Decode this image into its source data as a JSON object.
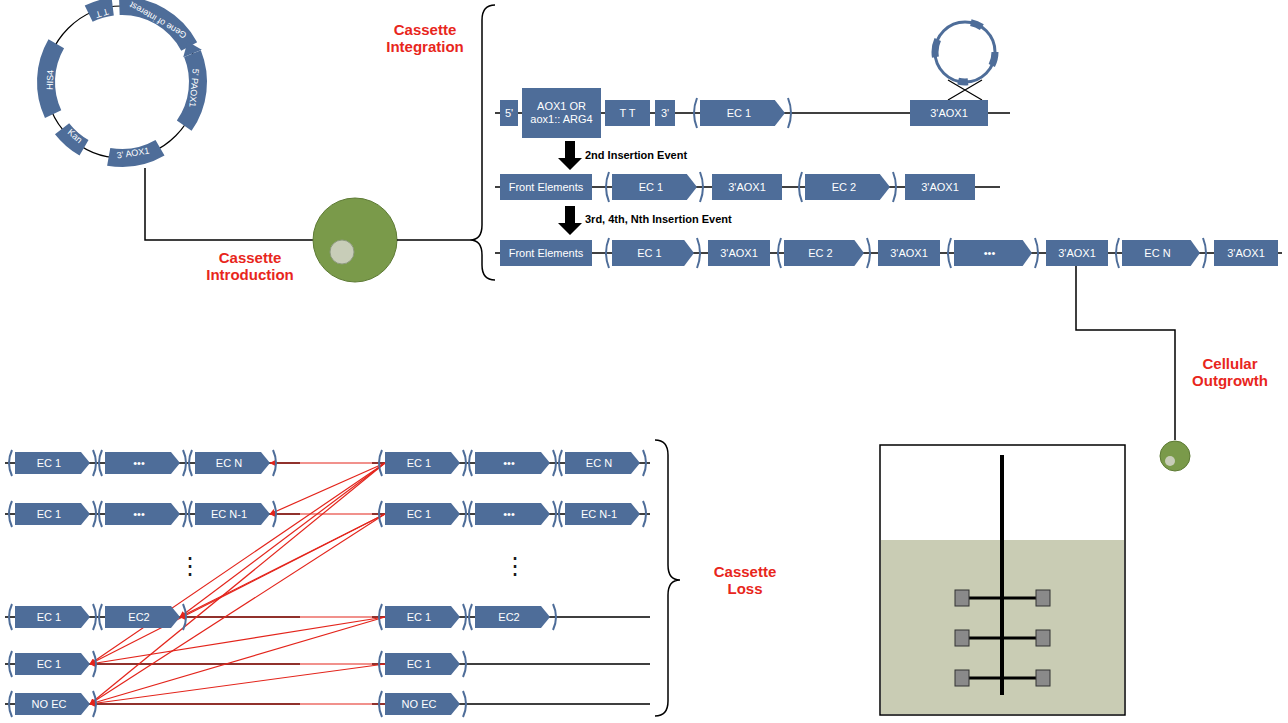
{
  "diagram": {
    "nodes": [
      {
        "text": [
          "5'"
        ]
      },
      {
        "text": [
          "AOX1 OR aox1:: ARG4"
        ]
      },
      {
        "text": [
          "T T"
        ]
      },
      {
        "text": [
          "3'"
        ]
      },
      {
        "text": [
          "EC 1"
        ]
      },
      {
        "text": [
          "3'AOX1"
        ]
      },
      {
        "text": [
          "Front Elements"
        ]
      },
      {
        "text": [
          "EC 1"
        ]
      },
      {
        "text": [
          "3'AOX1"
        ]
      },
      {
        "text": [
          "EC 2"
        ]
      },
      {
        "text": [
          "3'AOX1"
        ]
      },
      {
        "text": [
          "Front Elements"
        ]
      },
      {
        "text": [
          "EC 1"
        ]
      },
      {
        "text": [
          "3'AOX1"
        ]
      },
      {
        "text": [
          "EC 2"
        ]
      },
      {
        "text": [
          "3'AOX1"
        ]
      },
      {
        "text": [
          "•••"
        ]
      },
      {
        "text": [
          "3'AOX1"
        ]
      },
      {
        "text": [
          "EC N"
        ]
      },
      {
        "text": [
          "3'AOX1"
        ]
      },
      {
        "text": [
          "EC 1"
        ]
      },
      {
        "text": [
          "•••"
        ]
      },
      {
        "text": [
          "EC N"
        ]
      },
      {
        "text": [
          "EC 1"
        ]
      },
      {
        "text": [
          "•••"
        ]
      },
      {
        "text": [
          "EC N"
        ]
      },
      {
        "text": [
          "EC 1"
        ]
      },
      {
        "text": [
          "•••"
        ]
      },
      {
        "text": [
          "EC N-1"
        ]
      },
      {
        "text": [
          "EC 1"
        ]
      },
      {
        "text": [
          "•••"
        ]
      },
      {
        "text": [
          "EC N-1"
        ]
      },
      {
        "text": [
          "EC 1"
        ]
      },
      {
        "text": [
          "EC2"
        ]
      },
      {
        "text": [
          "EC 1"
        ]
      },
      {
        "text": [
          "EC2"
        ]
      },
      {
        "text": [
          "EC 1"
        ]
      },
      {
        "text": [
          "EC 1"
        ]
      },
      {
        "text": [
          "NO EC"
        ]
      },
      {
        "text": [
          "NO EC"
        ]
      }
    ],
    "edges": [
      {
        "from": 23,
        "to": 22,
        "arrow": "to"
      },
      {
        "from": 23,
        "to": 28,
        "arrow": "to"
      },
      {
        "from": 23,
        "to": 33,
        "arrow": "to"
      },
      {
        "from": 23,
        "to": 36,
        "arrow": "to"
      },
      {
        "from": 23,
        "to": 38,
        "arrow": "to"
      },
      {
        "from": 29,
        "to": 28,
        "arrow": "to"
      },
      {
        "from": 29,
        "to": 33,
        "arrow": "to"
      },
      {
        "from": 29,
        "to": 36,
        "arrow": "to"
      },
      {
        "from": 29,
        "to": 38,
        "arrow": "to"
      },
      {
        "from": 34,
        "to": 33,
        "arrow": "to"
      },
      {
        "from": 34,
        "to": 36,
        "arrow": "to"
      },
      {
        "from": 34,
        "to": 38,
        "arrow": "to"
      },
      {
        "from": 37,
        "to": 36,
        "arrow": "to"
      },
      {
        "from": 37,
        "to": 38,
        "arrow": "to"
      },
      {
        "from": 39,
        "to": 38,
        "arrow": "to"
      }
    ],
    "labels": [
      "Gene of interest",
      "T T",
      "5' PAOX1",
      "HIS4",
      "Kan",
      "3' AOX1",
      "Cassette Integration",
      "Cassette Introduction",
      "2nd Insertion Event",
      "3rd, 4th, Nth Insertion Event",
      "Cellular Outgrowth",
      "⋮",
      "⋮",
      "Cassette Loss"
    ]
  }
}
